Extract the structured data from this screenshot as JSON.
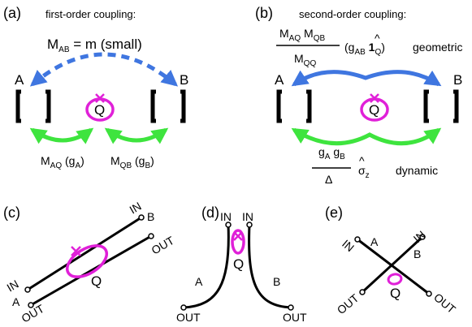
{
  "colors": {
    "blue": "#3f76e0",
    "green": "#3ee43e",
    "magenta": "#e020d8",
    "black": "#000000"
  },
  "panel_a": {
    "tag": "(a)",
    "caption": "first-order coupling:",
    "coupling_main": "M",
    "coupling_sub": "AB",
    "coupling_rest": " = m (small)",
    "left_label": "A",
    "right_label": "B",
    "qubit": "Q",
    "left_green_main": "M",
    "left_green_sub": "AQ",
    "left_green_g": " (g",
    "left_green_gsub": "A",
    "left_green_close": ")",
    "right_green_main": "M",
    "right_green_sub": "QB",
    "right_green_g": " (g",
    "right_green_gsub": "B",
    "right_green_close": ")"
  },
  "panel_b": {
    "tag": "(b)",
    "caption": "second-order coupling:",
    "num_m1": "M",
    "num_s1": "AQ",
    "num_m2": " M",
    "num_s2": "QB",
    "den_m": "M",
    "den_s": "QQ",
    "g_open": "(g",
    "g_sub": "AB",
    "g_one": " 1",
    "g_qsub": "Q",
    "g_close": ")",
    "hat": "^",
    "geometric": "geometric",
    "left_label": "A",
    "right_label": "B",
    "qubit": "Q",
    "dyn_num_1": "g",
    "dyn_num_1s": "A",
    "dyn_num_2": " g",
    "dyn_num_2s": "B",
    "dyn_den": "Δ",
    "sigma": "σ",
    "sigma_sub": "z",
    "dynamic": "dynamic"
  },
  "panel_c": {
    "tag": "(c)",
    "in_top": "IN",
    "b_label": "B",
    "out_top": "OUT",
    "qubit": "Q",
    "in_bottom": "IN",
    "a_label": "A",
    "out_bottom": "OUT"
  },
  "panel_d": {
    "tag": "(d)",
    "in_left": "IN",
    "in_right": "IN",
    "qubit": "Q",
    "a_label": "A",
    "b_label": "B",
    "out_left": "OUT",
    "out_right": "OUT"
  },
  "panel_e": {
    "tag": "(e)",
    "in_left": "IN",
    "a_label": "A",
    "in_right": "IN",
    "b_label": "B",
    "qubit": "Q",
    "out_left": "OUT",
    "out_right": "OUT"
  }
}
